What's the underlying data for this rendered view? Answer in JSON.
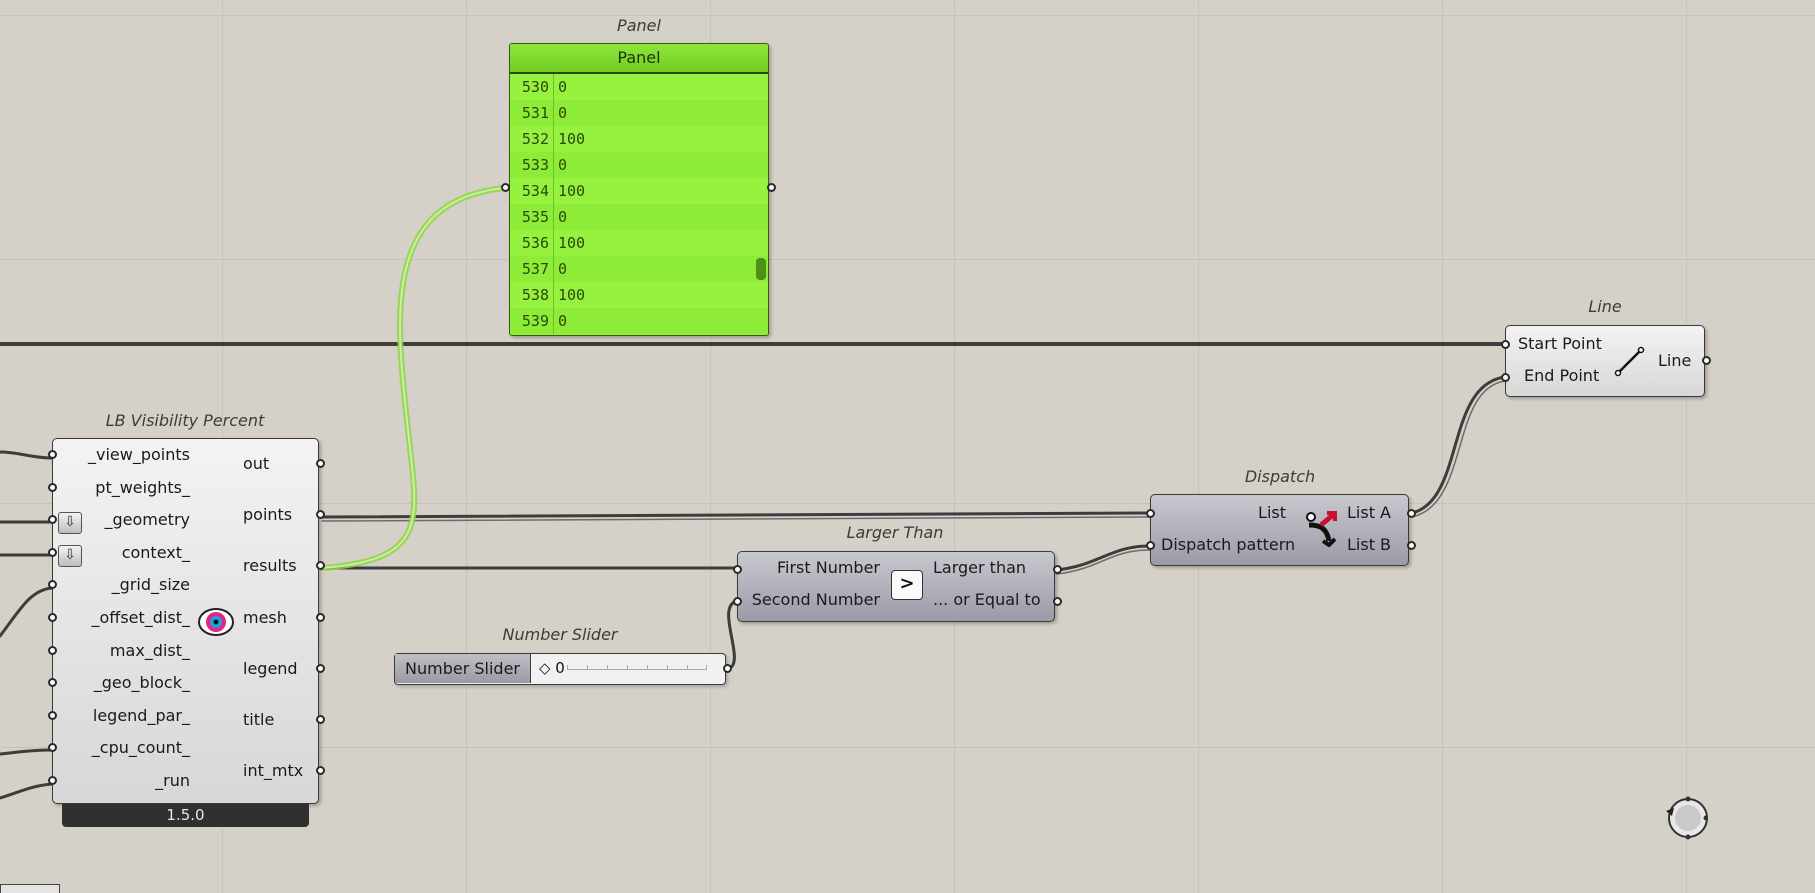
{
  "panel": {
    "caption": "Panel",
    "header": "Panel",
    "rows": [
      {
        "index": "530",
        "value": "0"
      },
      {
        "index": "531",
        "value": "0"
      },
      {
        "index": "532",
        "value": "100"
      },
      {
        "index": "533",
        "value": "0"
      },
      {
        "index": "534",
        "value": "100"
      },
      {
        "index": "535",
        "value": "0"
      },
      {
        "index": "536",
        "value": "100"
      },
      {
        "index": "537",
        "value": "0"
      },
      {
        "index": "538",
        "value": "100"
      },
      {
        "index": "539",
        "value": "0"
      }
    ]
  },
  "visibility": {
    "caption": "LB Visibility Percent",
    "inputs": [
      "_view_points",
      "pt_weights_",
      "_geometry",
      "context_",
      "_grid_size",
      "_offset_dist_",
      "max_dist_",
      "_geo_block_",
      "legend_par_",
      "_cpu_count_",
      "_run"
    ],
    "outputs": [
      "out",
      "points",
      "results",
      "mesh",
      "legend",
      "title",
      "int_mtx"
    ],
    "version": "1.5.0",
    "arrow_glyph": "⇩"
  },
  "larger": {
    "caption": "Larger Than",
    "inputs": [
      "First Number",
      "Second Number"
    ],
    "outputs": [
      "Larger than",
      "... or Equal to"
    ],
    "icon_glyph": ">"
  },
  "dispatch": {
    "caption": "Dispatch",
    "inputs": [
      "List",
      "Dispatch pattern"
    ],
    "outputs": [
      "List A",
      "List B"
    ]
  },
  "line": {
    "caption": "Line",
    "inputs": [
      "Start Point",
      "End Point"
    ],
    "outputs": [
      "Line"
    ]
  },
  "slider": {
    "caption": "Number Slider",
    "name": "Number Slider",
    "value": "◇ 0",
    "level": 0
  },
  "colors": {
    "canvas": "#d5d0c8",
    "panel_green": "#96f23e",
    "wire": "#3d3d3d",
    "selected_wire": "#8fd44a"
  }
}
